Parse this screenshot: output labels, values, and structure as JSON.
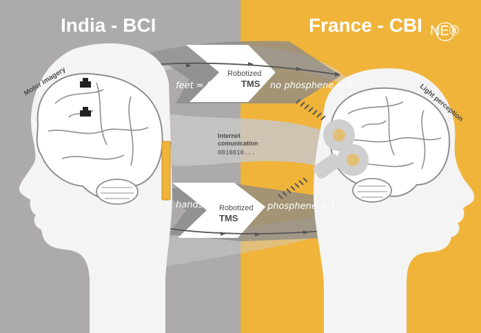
{
  "left": {
    "title": "India - BCI",
    "side_label": "Motor imagery",
    "bg": "#acaaaa"
  },
  "right": {
    "title": "France - CBI",
    "side_label": "Light perception",
    "bg": "#f0b43a"
  },
  "logo": {
    "text": "NE®"
  },
  "top_flow": {
    "input_label": "feet = 0",
    "device_label_1": "Robotized",
    "device_label_2": "TMS",
    "output_label": "no phosphene = 0"
  },
  "middle_flow": {
    "label_1": "Internet",
    "label_2": "comunication",
    "code": "0010010..."
  },
  "bottom_flow": {
    "input_label": "hands = 1",
    "device_label_1": "Robotized",
    "device_label_2": "TMS",
    "output_label": "phosphene = 1"
  },
  "colors": {
    "accent_orange": "#f0b43a",
    "dark_grey": "#707070",
    "mid_grey": "#9b9b9b",
    "light_grey": "#cfcfcf",
    "white": "#ffffff"
  }
}
